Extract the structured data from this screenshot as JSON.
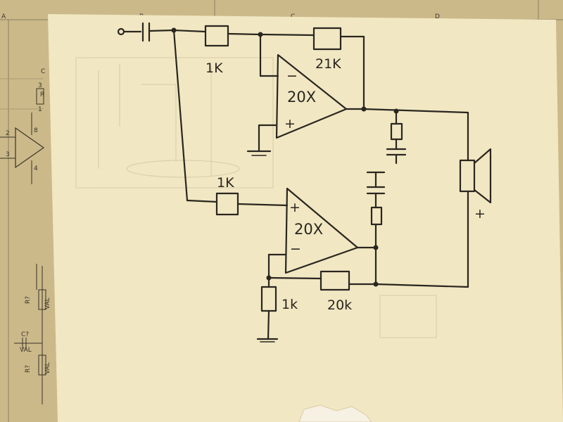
{
  "sheet_grid": {
    "columns": [
      "A",
      "B",
      "C",
      "D"
    ],
    "row_label": "C"
  },
  "background_schematic": {
    "resistor_top_label": "R",
    "pin_labels": [
      "3",
      "1",
      "2",
      "3",
      "8",
      "4"
    ],
    "resistor_labels": [
      "R?",
      "R?"
    ],
    "resistor_values": [
      "VAL",
      "VAL"
    ],
    "capacitor_label": "C?",
    "capacitor_value": "VAL"
  },
  "circuit": {
    "top_opamp": {
      "gain": "20X",
      "minus": "−",
      "plus": "+"
    },
    "bottom_opamp": {
      "gain": "20X",
      "plus": "+",
      "minus": "−"
    },
    "resistors": {
      "top_input": "1K",
      "top_feedback": "21K",
      "bottom_input": "1K",
      "bottom_ground": "1k",
      "bottom_feedback": "20k"
    },
    "speaker_plus": "+"
  }
}
